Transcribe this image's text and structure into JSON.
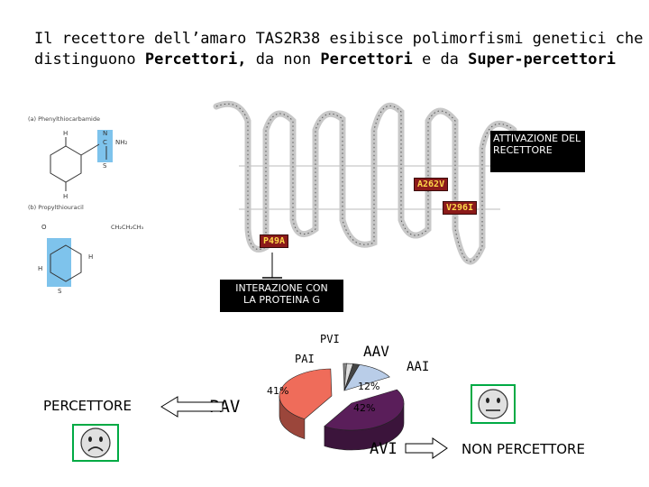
{
  "title": {
    "line1": "Il recettore dell’amaro TAS2R38 esibisce polimorfismi genetici che",
    "line2_a": "distinguono",
    "line2_b": "Percettori,",
    "line2_c": "da non",
    "line2_d": "Percettori",
    "line2_e": "e da",
    "line2_f": "Super-percettori"
  },
  "molecules": {
    "a_label": "(a) Phenylthiocarbamide",
    "b_label": "(b) Propylthiouracil"
  },
  "receptor": {
    "activation_label": "ATTIVAZIONE DEL RECETTORE",
    "mut_a262v": "A262V",
    "mut_v296i": "V296I",
    "mut_p49a": "P49A",
    "gprotein_label": "INTERAZIONE CON LA PROTEINA G"
  },
  "pie": {
    "labels": {
      "pvi": "PVI",
      "pai": "PAI",
      "aav": "AAV",
      "aai": "AAI",
      "pav": "PAV",
      "avi": "AVI"
    },
    "pct_pav": "41%",
    "pct_avi": "42%",
    "pct_aav": "12%"
  },
  "chart_data": {
    "type": "pie",
    "categories": [
      "PAV",
      "AVI",
      "AAV",
      "AAI",
      "PAI",
      "PVI"
    ],
    "values": [
      41,
      42,
      12,
      2,
      2,
      1
    ],
    "title": ""
  },
  "outcomes": {
    "percettore": "PERCETTORE",
    "non_percettore": "NON PERCETTORE"
  },
  "colors": {
    "pav": "#ef6c5a",
    "avi": "#5a1e5a",
    "aav": "#b9cde8",
    "frame_green": "#00aa44",
    "tag_bg": "#8b1a1a",
    "tag_fg": "#ffd84a",
    "ring": "#5aa7e0"
  }
}
